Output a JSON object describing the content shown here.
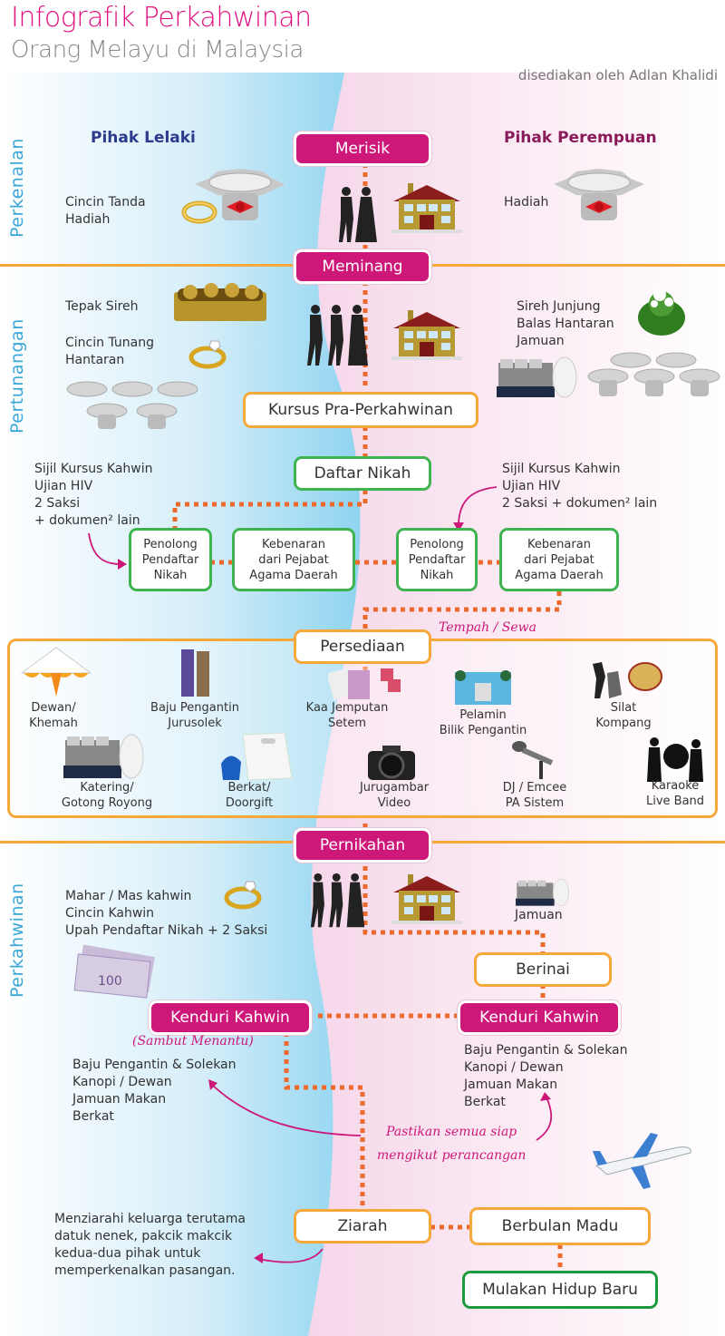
{
  "header": {
    "title": "Infografik Perkahwinan",
    "subtitle": "Orang Melayu di Malaysia",
    "credit": "disediakan oleh Adlan Khalidi"
  },
  "colors": {
    "magenta": "#cd1779",
    "orange": "#f7a83a",
    "dot_orange": "#ee6a2c",
    "green": "#3fb34f",
    "dark_green": "#1e9a3e",
    "blue_side": "#a8dcf2",
    "pink_side": "#f2c8e0",
    "male_heading": "#2b3a8c",
    "female_heading": "#8b1a5a",
    "phase_label": "#3ba6d8"
  },
  "sides": {
    "male": "Pihak Lelaki",
    "female": "Pihak Perempuan"
  },
  "phases": [
    {
      "label": "Perkenalan"
    },
    {
      "label": "Pertunangan"
    },
    {
      "label": "Perkahwinan"
    }
  ],
  "perkenalan": {
    "step": "Merisik",
    "male_items": [
      "Cincin Tanda",
      "Hadiah"
    ],
    "female_items": [
      "Hadiah"
    ]
  },
  "pertunangan": {
    "step": "Meminang",
    "male_items_a": [
      "Tepak Sireh"
    ],
    "male_items_b": [
      "Cincin Tunang",
      "Hantaran"
    ],
    "female_items": [
      "Sireh Junjung",
      "Balas Hantaran",
      "Jamuan"
    ],
    "course": "Kursus Pra-Perkahwinan",
    "register": "Daftar Nikah"
  },
  "registration": {
    "male_requirements": [
      "Sijil Kursus Kahwin",
      "Ujian HIV",
      "2 Saksi",
      "+ dokumen² lain"
    ],
    "female_requirements": [
      "Sijil Kursus Kahwin",
      "Ujian HIV",
      "2 Saksi + dokumen² lain"
    ],
    "male_boxes": [
      {
        "lines": [
          "Penolong",
          "Pendaftar",
          "Nikah"
        ]
      },
      {
        "lines": [
          "Kebenaran",
          "dari Pejabat",
          "Agama Daerah"
        ]
      }
    ],
    "female_boxes": [
      {
        "lines": [
          "Penolong",
          "Pendaftar",
          "Nikah"
        ]
      },
      {
        "lines": [
          "Kebenaran",
          "dari Pejabat",
          "Agama Daerah"
        ]
      }
    ]
  },
  "persediaan": {
    "title": "Persediaan",
    "note": "Tempah / Sewa",
    "items": [
      {
        "icon": "tent-icon",
        "lines": [
          "Dewan/",
          "Khemah"
        ]
      },
      {
        "icon": "wedding-attire-icon",
        "lines": [
          "Baju Pengantin",
          "Jurusolek"
        ]
      },
      {
        "icon": "invitation-card-icon",
        "lines": [
          "Kaa Jemputan",
          "Setem"
        ]
      },
      {
        "icon": "dais-icon",
        "lines": [
          "Pelamin",
          "Bilik Pengantin"
        ]
      },
      {
        "icon": "silat-kompang-icon",
        "lines": [
          "Silat",
          "Kompang"
        ]
      },
      {
        "icon": "catering-icon",
        "lines": [
          "Katering/",
          "Gotong Royong"
        ]
      },
      {
        "icon": "gift-bag-icon",
        "lines": [
          "Berkat/",
          "Doorgift"
        ]
      },
      {
        "icon": "camera-icon",
        "lines": [
          "Jurugambar",
          "Video"
        ]
      },
      {
        "icon": "microphone-icon",
        "lines": [
          "DJ / Emcee",
          "PA Sistem"
        ]
      },
      {
        "icon": "band-icon",
        "lines": [
          "Karaoke",
          "Live Band"
        ]
      }
    ]
  },
  "perkahwinan": {
    "step": "Pernikahan",
    "male_items": [
      "Mahar / Mas kahwin",
      "Cincin Kahwin",
      "Upah Pendaftar Nikah + 2 Saksi"
    ],
    "female_item": "Jamuan",
    "berinai": "Berinai",
    "kenduri_male": "Kenduri Kahwin",
    "kenduri_male_note": "(Sambut Menantu)",
    "kenduri_female": "Kenduri Kahwin",
    "kenduri_items_male": [
      "Baju Pengantin & Solekan",
      "Kanopi / Dewan",
      "Jamuan Makan",
      "Berkat"
    ],
    "kenduri_items_female": [
      "Baju Pengantin & Solekan",
      "Kanopi / Dewan",
      "Jamuan Makan",
      "Berkat"
    ],
    "reminder": [
      "Pastikan semua siap",
      "mengikut perancangan"
    ],
    "ziarah": "Ziarah",
    "ziarah_note": [
      "Menziarahi keluarga terutama",
      "datuk nenek, pakcik makcik",
      "kedua-dua pihak untuk",
      "memperkenalkan pasangan."
    ],
    "honeymoon": "Berbulan Madu",
    "new_life": "Mulakan Hidup Baru"
  }
}
